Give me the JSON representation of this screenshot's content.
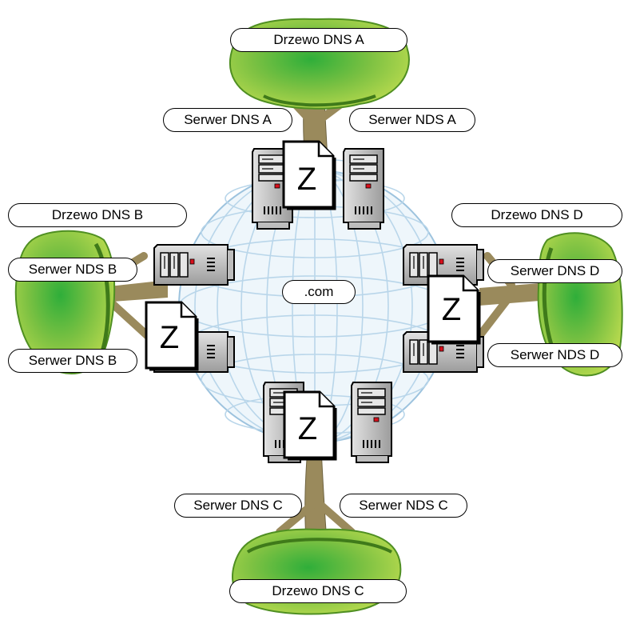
{
  "center": {
    "label": ".com"
  },
  "trees": {
    "a": {
      "title": "Drzewo DNS A",
      "dns_server": "Serwer DNS A",
      "nds_server": "Serwer NDS A"
    },
    "b": {
      "title": "Drzewo DNS B",
      "dns_server": "Serwer DNS B",
      "nds_server": "Serwer NDS B"
    },
    "c": {
      "title": "Drzewo DNS C",
      "dns_server": "Serwer DNS C",
      "nds_server": "Serwer NDS C"
    },
    "d": {
      "title": "Drzewo DNS D",
      "dns_server": "Serwer DNS D",
      "nds_server": "Serwer NDS D"
    }
  },
  "zone_file": {
    "letter": "Z"
  },
  "colors": {
    "foliage_light": "#a8d14b",
    "foliage_dark": "#4f8f22",
    "trunk": "#9a8a5c",
    "globe_fill": "#eef6fb",
    "globe_grid": "#b9d6ea",
    "server_body": "#c8c8c8",
    "led_red": "#d8101c",
    "led_yellow": "#ffe000"
  }
}
